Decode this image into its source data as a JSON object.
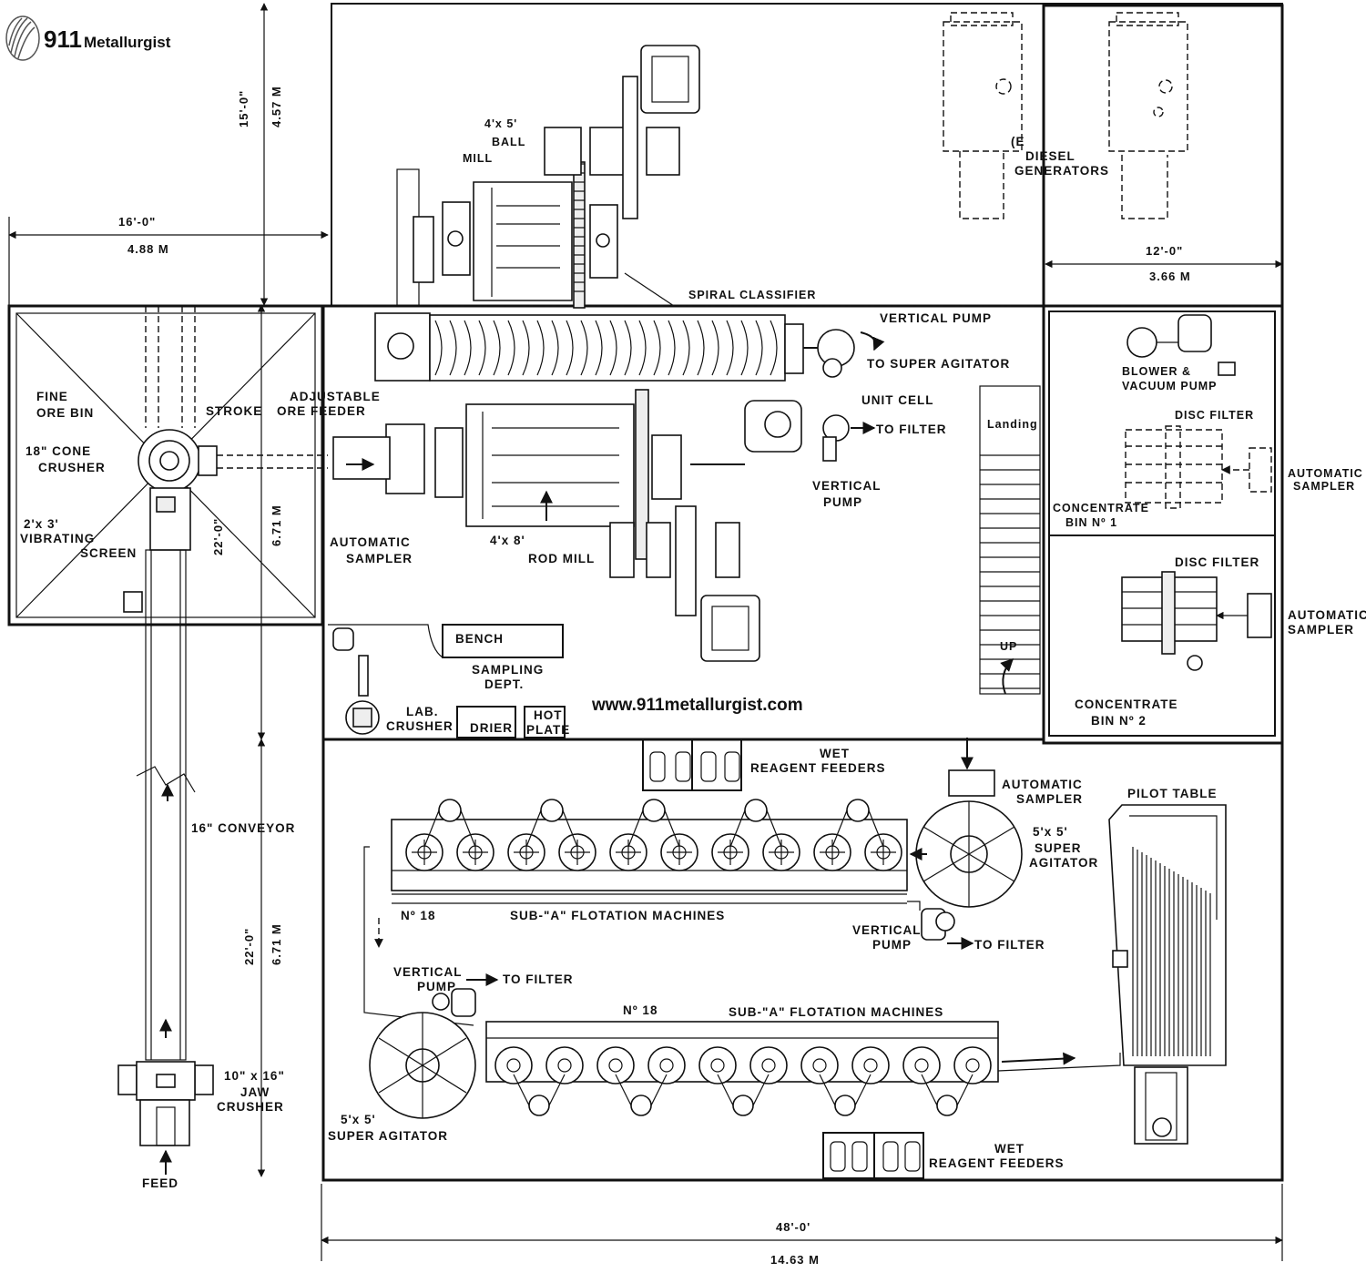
{
  "brand": {
    "number": "911",
    "name": "Metallurgist",
    "url": "www.911metallurgist.com"
  },
  "dimensions": {
    "top_left_ft": "16'-0\"",
    "top_left_m": "4.88 M",
    "top_vert_ft": "15'-0\"",
    "top_vert_m": "4.57 M",
    "right_top_ft": "12'-0\"",
    "right_top_m": "3.66 M",
    "mid_vert_ft": "22'-0\"",
    "mid_vert_m": "6.71 M",
    "low_vert_ft": "22'-0\"",
    "low_vert_m": "6.71 M",
    "bottom_ft": "48'-0'",
    "bottom_m": "14.63 M"
  },
  "labels": {
    "ball_mill": [
      "4'x 5'",
      "BALL",
      "MILL"
    ],
    "diesel": [
      "(E",
      "DIESEL",
      "GENERATORS"
    ],
    "spiral_classifier": "SPIRAL CLASSIFIER",
    "vertical_pump_top": "VERTICAL  PUMP",
    "to_super_agitator": "TO  SUPER  AGITATOR",
    "unit_cell": "UNIT  CELL",
    "to_filter_1": "TO  FILTER",
    "vertical_pump_2": [
      "VERTICAL",
      "PUMP"
    ],
    "blower": [
      "BLOWER  &",
      "VACUUM  PUMP"
    ],
    "disc_filter_1": "DISC FILTER",
    "auto_sampler_r1": [
      "AUTOMATIC",
      "SAMPLER"
    ],
    "conc_bin_1": [
      "CONCENTRATE",
      "BIN  Nº 1"
    ],
    "disc_filter_2": "DISC FILTER",
    "auto_sampler_r2": [
      "AUTOMATIC",
      "SAMPLER"
    ],
    "conc_bin_2": [
      "CONCENTRATE",
      "BIN  Nº 2"
    ],
    "landing": "Landing",
    "up": "UP",
    "fine_ore_bin": [
      "FINE",
      "ORE  BIN"
    ],
    "cone_crusher": [
      "18\" CONE",
      "CRUSHER"
    ],
    "stroke": "STROKE",
    "adjustable_feeder": [
      "ADJUSTABLE",
      "ORE    FEEDER"
    ],
    "vibrating_screen": [
      "2'x 3'",
      "VIBRATING",
      "SCREEN"
    ],
    "auto_sampler_mid": [
      "AUTOMATIC",
      "SAMPLER"
    ],
    "rod_mill": [
      "4'x 8'",
      "ROD  MILL"
    ],
    "bench": "BENCH",
    "sampling_dept": [
      "SAMPLING",
      "DEPT."
    ],
    "lab_crusher": [
      "LAB.",
      "CRUSHER"
    ],
    "drier": "DRIER",
    "hot_plate": [
      "HOT",
      "PLATE"
    ],
    "wet_reagent_1": [
      "WET",
      "REAGENT  FEEDERS"
    ],
    "auto_sampler_low": [
      "AUTOMATIC",
      "SAMPLER"
    ],
    "agitator_1": [
      "5'x 5'",
      "SUPER",
      "AGITATOR"
    ],
    "pilot_table": "PILOT  TABLE",
    "no18_1": "Nº 18",
    "flotation_1": "SUB-\"A\"  FLOTATION  MACHINES",
    "vertical_pump_3": [
      "VERTICAL",
      "PUMP"
    ],
    "to_filter_3": "TO  FILTER",
    "vertical_pump_4": [
      "VERTICAL",
      "PUMP"
    ],
    "to_filter_4": "TO  FILTER",
    "no18_2": "Nº 18",
    "flotation_2": "SUB-\"A\"  FLOTATION  MACHINES",
    "conveyor": "16\" CONVEYOR",
    "jaw_crusher": [
      "10\" x  16\"",
      "JAW",
      "CRUSHER"
    ],
    "feed": "FEED",
    "agitator_2": [
      "5'x 5'",
      "SUPER  AGITATOR"
    ],
    "wet_reagent_2": [
      "WET",
      "REAGENT  FEEDERS"
    ]
  }
}
